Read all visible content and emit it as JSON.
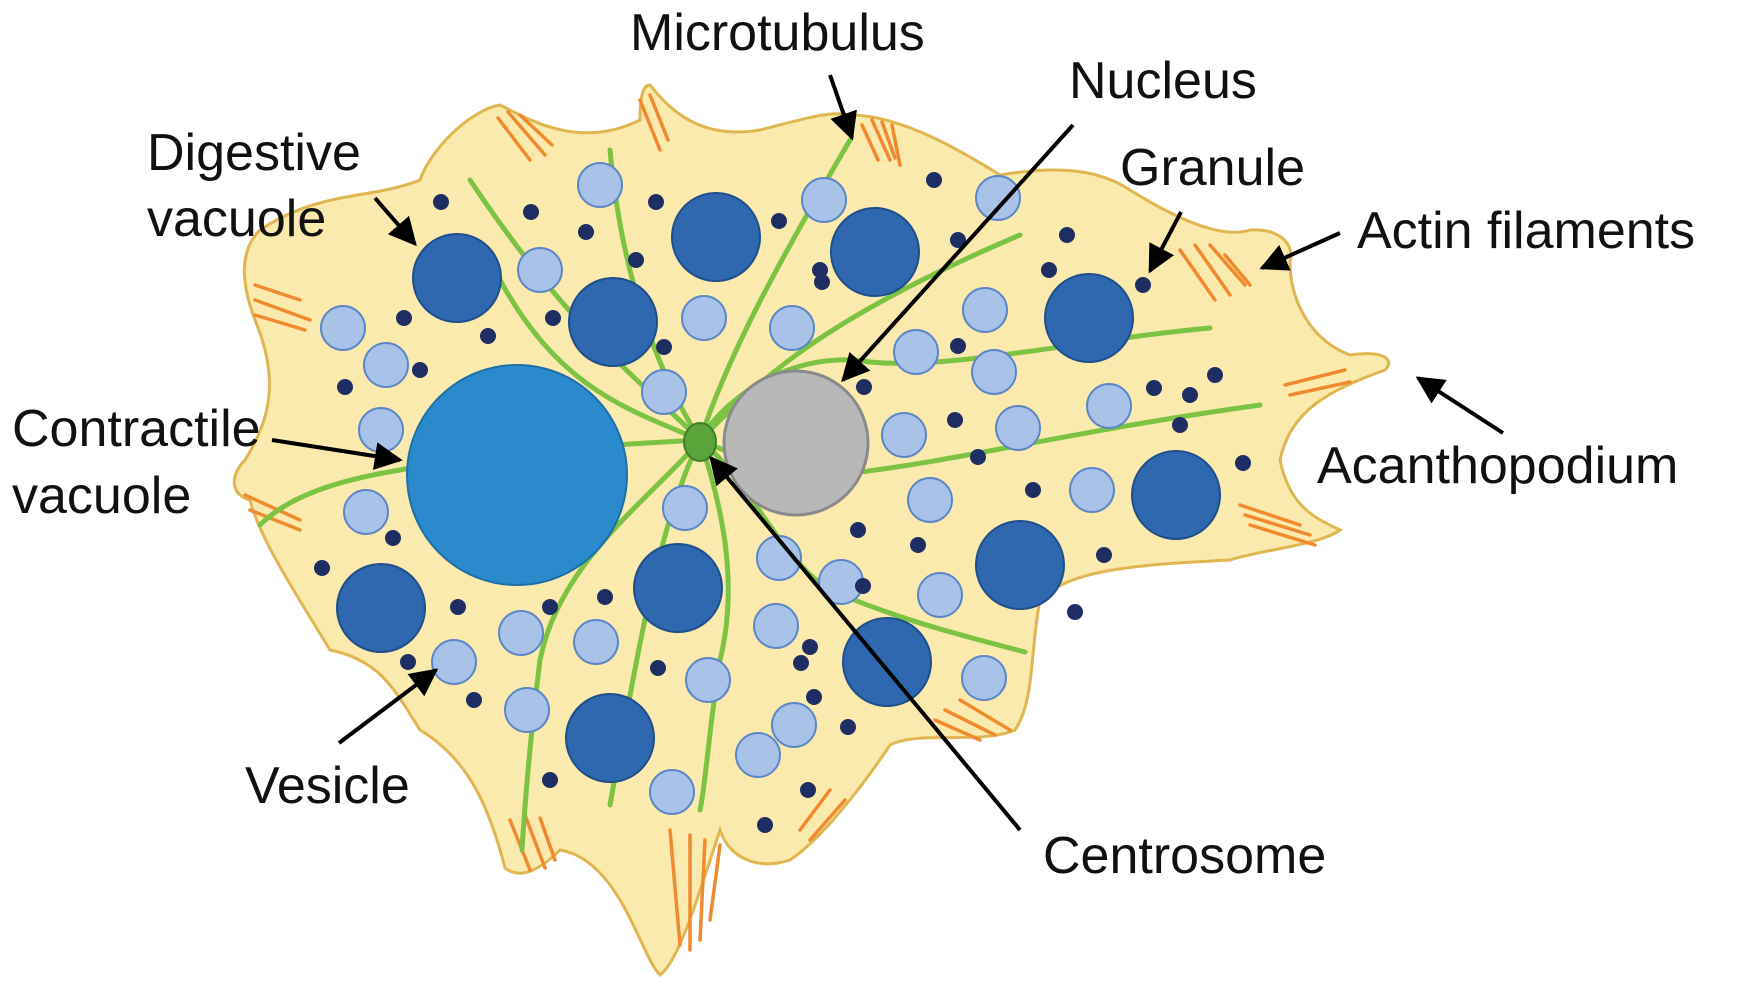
{
  "colors": {
    "cytoplasm": "#fbeaae",
    "membrane": "#e0b650",
    "vesicle": "#a9c2e8",
    "vesicle_edge": "#5c86c7",
    "digestive_vacuole": "#2f68ae",
    "granule": "#1e2e62",
    "contractile_vacuole": "#2a8acc",
    "nucleus": "#b8b8b8",
    "centrosome": "#5aa43a",
    "microtubule": "#7cc243",
    "actin": "#f08a2e"
  },
  "labels": {
    "microtubulus": "Microtubulus",
    "nucleus": "Nucleus",
    "digestive_vacuole": [
      "Digestive",
      "vacuole"
    ],
    "granule": "Granule",
    "actin_filaments": "Actin filaments",
    "contractile_vacuole": [
      "Contractile",
      "vacuole"
    ],
    "acanthopodium": "Acanthopodium",
    "vesicle": "Vesicle",
    "centrosome": "Centrosome"
  }
}
